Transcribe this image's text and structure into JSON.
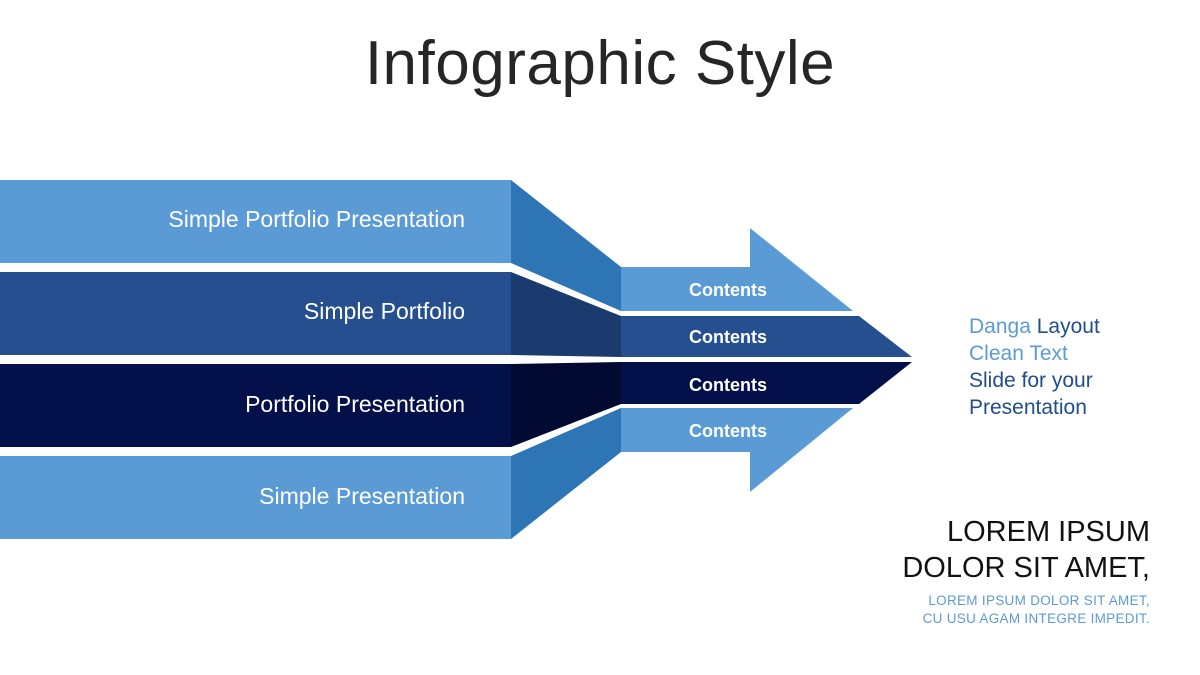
{
  "title": "Infographic Style",
  "bands": [
    {
      "label": "Simple Portfolio Presentation",
      "color": "#5b9bd5",
      "side_color": "#2e75b6"
    },
    {
      "label": "Simple Portfolio",
      "color": "#264f8f",
      "side_color": "#1b3a6e"
    },
    {
      "label": "Portfolio Presentation",
      "color": "#04104a",
      "side_color": "#020a32"
    },
    {
      "label": "Simple Presentation",
      "color": "#5b9bd5",
      "side_color": "#2e75b6"
    }
  ],
  "arrow_segments": [
    {
      "label": "Contents",
      "color": "#5b9bd5"
    },
    {
      "label": "Contents",
      "color": "#264f8f"
    },
    {
      "label": "Contents",
      "color": "#04104a"
    },
    {
      "label": "Contents",
      "color": "#5b9bd5"
    }
  ],
  "side_text": {
    "line1_a": "Danga",
    "line1_b": " Layout",
    "line2": "Clean Text",
    "line3": "Slide for your",
    "line4": "Presentation"
  },
  "lorem": {
    "main_line1": "LOREM IPSUM",
    "main_line2": "DOLOR SIT AMET,",
    "sub_line1": "LOREM IPSUM DOLOR SIT AMET,",
    "sub_line2": "CU USU AGAM INTEGRE IMPEDIT."
  }
}
